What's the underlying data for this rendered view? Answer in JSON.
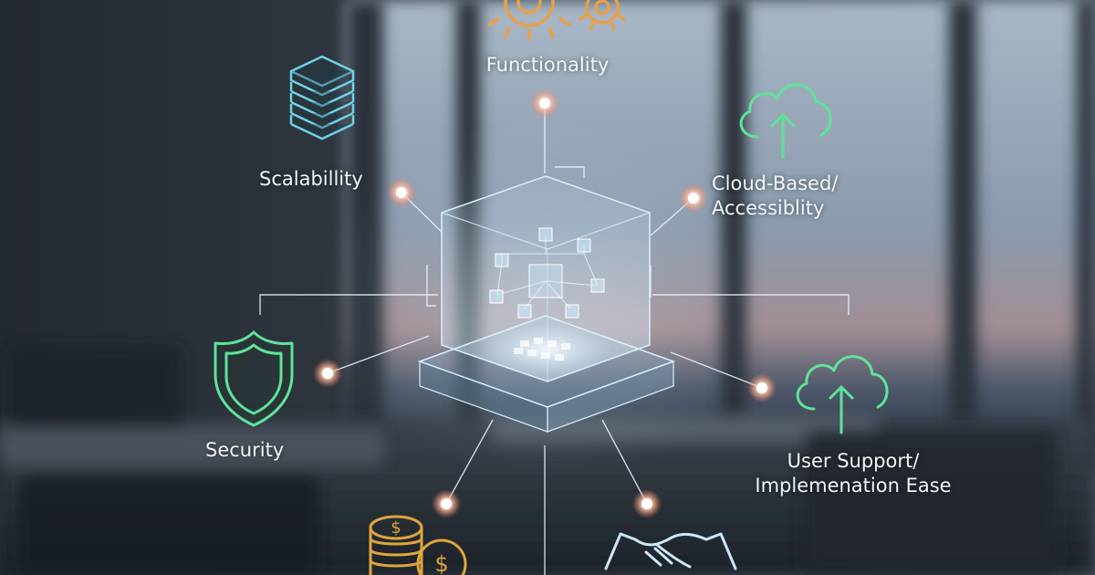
{
  "features": {
    "functionality": {
      "label": "Functionality",
      "icon": "gears-icon"
    },
    "scalability": {
      "label": "Scalabillity",
      "icon": "layers-stack-icon"
    },
    "cloud": {
      "label": "Cloud-Based/\nAccessiblity",
      "icon": "cloud-upload-icon"
    },
    "security": {
      "label": "Security",
      "icon": "shield-icon"
    },
    "support": {
      "label": "User Support/\nImplemenation Ease",
      "icon": "cloud-upload-icon"
    },
    "cost": {
      "label": "",
      "icon": "coin-stack-icon"
    },
    "partnership": {
      "label": "",
      "icon": "handshake-icon"
    }
  },
  "colors": {
    "node_glow": "#ff8a5c",
    "cube_line": "#bfe6ff",
    "cyan_icon": "#6fd3e6",
    "green_icon": "#5fe39a",
    "gold_icon": "#e0a53c",
    "orange_icon": "#e8a04a"
  }
}
